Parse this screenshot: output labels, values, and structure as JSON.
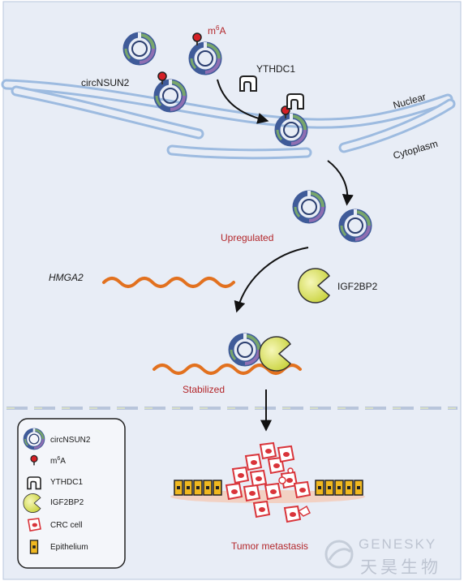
{
  "labels": {
    "circ_main": "circNSUN2",
    "m6a_prefix": "m",
    "m6a_sup": "6",
    "m6a_suffix": "A",
    "ythdc1": "YTHDC1",
    "nuclear": "Nuclear",
    "cytoplasm": "Cytoplasm",
    "upregulated": "Upregulated",
    "hmga2": "HMGA2",
    "igf2bp2": "IGF2BP2",
    "stabilized": "Stabilized",
    "tumor_metastasis": "Tumor metastasis"
  },
  "legend": {
    "items": [
      {
        "icon": "circrna-icon",
        "label": "circNSUN2"
      },
      {
        "icon": "m6a-icon",
        "label_prefix": "m",
        "label_sup": "6",
        "label_suffix": "A"
      },
      {
        "icon": "ythdc1-icon",
        "label": "YTHDC1"
      },
      {
        "icon": "igf2bp2-icon",
        "label": "IGF2BP2"
      },
      {
        "icon": "crc-cell-icon",
        "label": "CRC cell"
      },
      {
        "icon": "epithelium-icon",
        "label": "Epithelium"
      }
    ]
  },
  "watermark": {
    "latin": "GENESKY",
    "chinese": "天昊生物"
  },
  "colors": {
    "background": "#e8edf6",
    "membrane": "#9dbbe0",
    "circ_outer": "#3f5b99",
    "circ_green": "#78a66c",
    "circ_purple": "#8f6fb2",
    "m6a": "#d42026",
    "mrna": "#e2711f",
    "igf2bp2": "#dfe56a",
    "crc_cell": "#d9343a",
    "epithelium": "#f0b820",
    "label_red": "#b3262a"
  }
}
